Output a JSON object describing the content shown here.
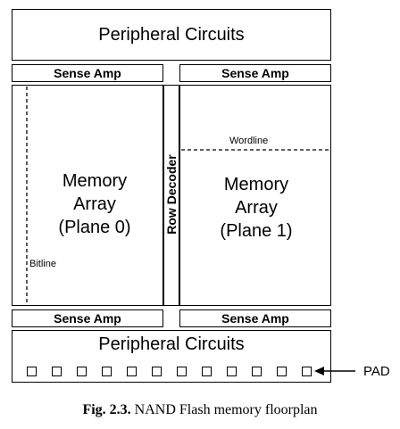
{
  "diagram": {
    "top_block": {
      "label": "Peripheral Circuits"
    },
    "bottom_block": {
      "label": "Peripheral Circuits"
    },
    "sense_amp_top_left": "Sense Amp",
    "sense_amp_top_right": "Sense Amp",
    "sense_amp_bottom_left": "Sense Amp",
    "sense_amp_bottom_right": "Sense Amp",
    "plane0": {
      "line1": "Memory",
      "line2": "Array",
      "line3": "(Plane 0)",
      "bitline_label": "Bitline"
    },
    "plane1": {
      "line1": "Memory",
      "line2": "Array",
      "line3": "(Plane 1)",
      "wordline_label": "Wordline"
    },
    "row_decoder": "Row Decoder",
    "pad_label": "PAD",
    "pad_count": 12
  },
  "caption": {
    "figure_number": "Fig. 2.3.",
    "text": " NAND Flash memory floorplan"
  }
}
